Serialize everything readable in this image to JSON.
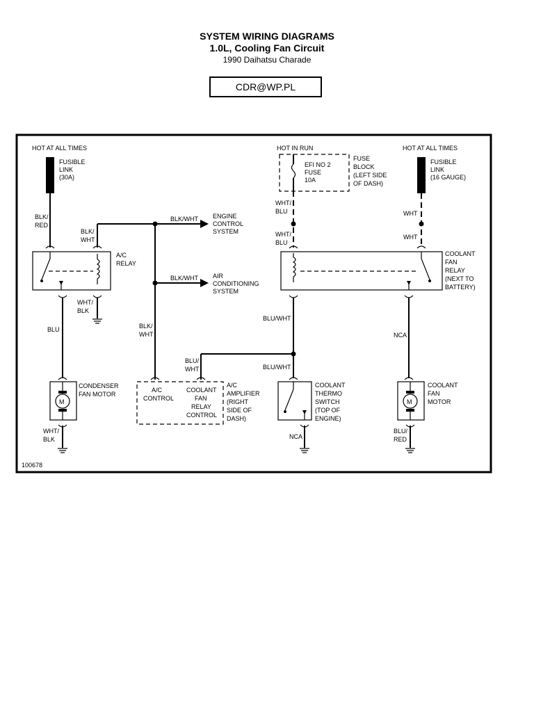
{
  "header": {
    "title": "SYSTEM WIRING DIAGRAMS",
    "subtitle": "1.0L, Cooling Fan Circuit",
    "vehicle": "1990 Daihatsu Charade",
    "stamp": "CDR@WP.PL"
  },
  "diagram": {
    "figure_number": "100678",
    "left_power": {
      "source": "HOT AT ALL TIMES",
      "lines": [
        "FUSIBLE",
        "LINK",
        "(30A)"
      ]
    },
    "right_power": {
      "source": "HOT AT ALL TIMES",
      "lines": [
        "FUSIBLE",
        "LINK",
        "(16 GAUGE)"
      ]
    },
    "run_power": {
      "source": "HOT IN RUN",
      "fuse_lines": [
        "EFI NO 2",
        "FUSE",
        "10A"
      ],
      "block_lines": [
        "FUSE",
        "BLOCK",
        "(LEFT SIDE",
        "OF DASH)"
      ]
    },
    "ac_relay": {
      "lines": [
        "A/C",
        "RELAY"
      ]
    },
    "coolant_relay": {
      "lines": [
        "COOLANT",
        "FAN",
        "RELAY",
        "(NEXT TO",
        "BATTERY)"
      ]
    },
    "engine_control": {
      "lines": [
        "ENGINE",
        "CONTROL",
        "SYSTEM"
      ]
    },
    "air_conditioning": {
      "lines": [
        "AIR",
        "CONDITIONING",
        "SYSTEM"
      ]
    },
    "condenser_motor": {
      "lines": [
        "CONDENSER",
        "FAN MOTOR"
      ],
      "symbol": "M"
    },
    "coolant_motor": {
      "lines": [
        "COOLANT",
        "FAN",
        "MOTOR"
      ],
      "symbol": "M"
    },
    "thermo_switch": {
      "lines": [
        "COOLANT",
        "THERMO",
        "SWITCH",
        "(TOP OF",
        "ENGINE)"
      ]
    },
    "ac_amplifier": {
      "ac_control": [
        "A/C",
        "CONTROL"
      ],
      "fan_control": [
        "COOLANT",
        "FAN",
        "RELAY",
        "CONTROL"
      ],
      "label": [
        "A/C",
        "AMPLIFIER",
        "(RIGHT",
        "SIDE OF",
        "DASH)"
      ]
    },
    "wires": {
      "blk_red": [
        "BLK/",
        "RED"
      ],
      "blk_wht_left": [
        "BLK/",
        "WHT"
      ],
      "blk_wht_engine": "BLK/WHT",
      "blk_wht_air": "BLK/WHT",
      "wht_blk_relay": [
        "WHT/",
        "BLK"
      ],
      "blu": "BLU",
      "blk_wht_down": [
        "BLK/",
        "WHT"
      ],
      "wht_blk_motor": [
        "WHT/",
        "BLK"
      ],
      "wht_blu_upper": [
        "WHT/",
        "BLU"
      ],
      "wht_blu_lower": [
        "WHT/",
        "BLU"
      ],
      "wht_upper": "WHT",
      "wht_lower": "WHT",
      "blu_wht_mid": "BLU/WHT",
      "blu_wht_low": "BLU/WHT",
      "blu_wht_amp": [
        "BLU/",
        "WHT"
      ],
      "nca_right": "NCA",
      "nca_switch": "NCA",
      "blu_red": [
        "BLU/",
        "RED"
      ]
    }
  }
}
